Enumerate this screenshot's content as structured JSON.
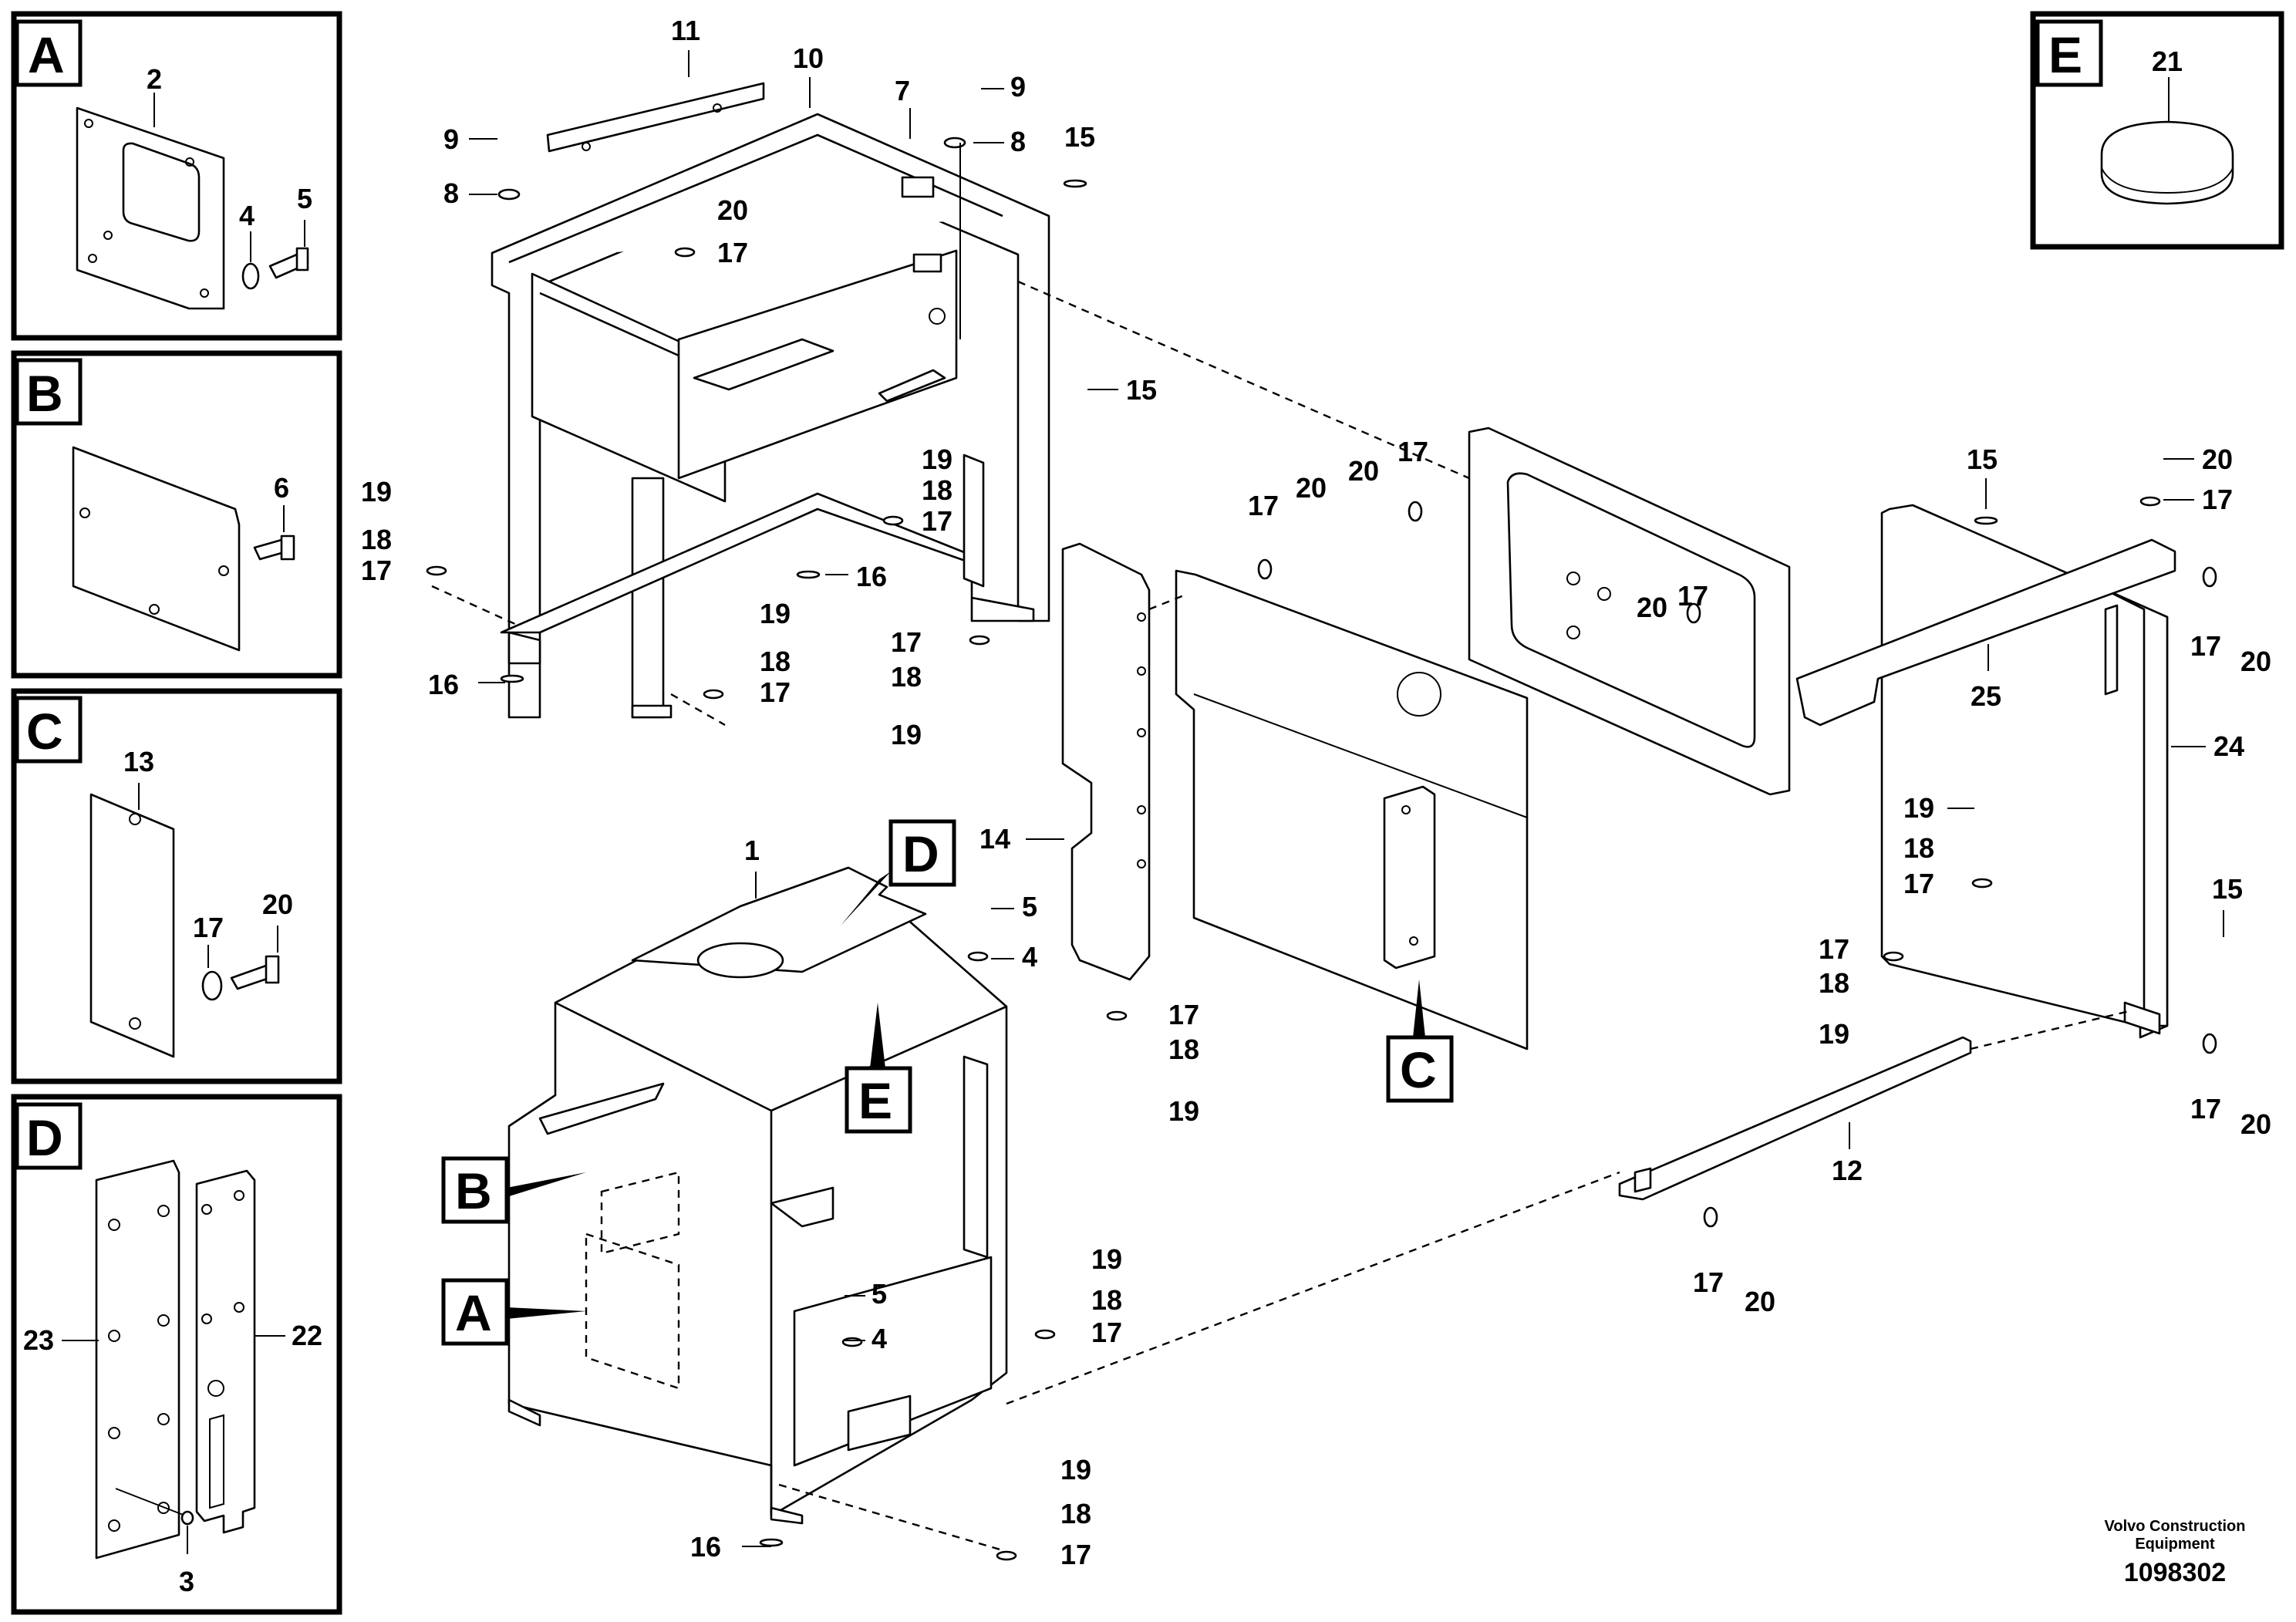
{
  "panels": [
    {
      "letter": "A",
      "parts": [
        "2",
        "4",
        "5"
      ]
    },
    {
      "letter": "B",
      "parts": [
        "6"
      ]
    },
    {
      "letter": "C",
      "parts": [
        "13",
        "17",
        "20"
      ]
    },
    {
      "letter": "D",
      "parts": [
        "23",
        "22",
        "3"
      ]
    },
    {
      "letter": "E",
      "parts": [
        "21"
      ]
    }
  ],
  "callouts": {
    "A": "A",
    "B": "B",
    "C": "C",
    "D": "D",
    "E": "E"
  },
  "labels": {
    "p1": "1",
    "p4a": "4",
    "p4b": "4",
    "p5a": "5",
    "p5b": "5",
    "p7": "7",
    "p8a": "8",
    "p8b": "8",
    "p9a": "9",
    "p9b": "9",
    "p10": "10",
    "p11": "11",
    "p12": "12",
    "p14": "14",
    "p15a": "15",
    "p15b": "15",
    "p15c": "15",
    "p15d": "15",
    "p16a": "16",
    "p16b": "16",
    "p16c": "16",
    "p17": "17",
    "p18": "18",
    "p19": "19",
    "p20": "20",
    "p24": "24",
    "p25": "25"
  },
  "footer": {
    "company_line1": "Volvo Construction",
    "company_line2": "Equipment",
    "drawing_number": "1098302"
  }
}
